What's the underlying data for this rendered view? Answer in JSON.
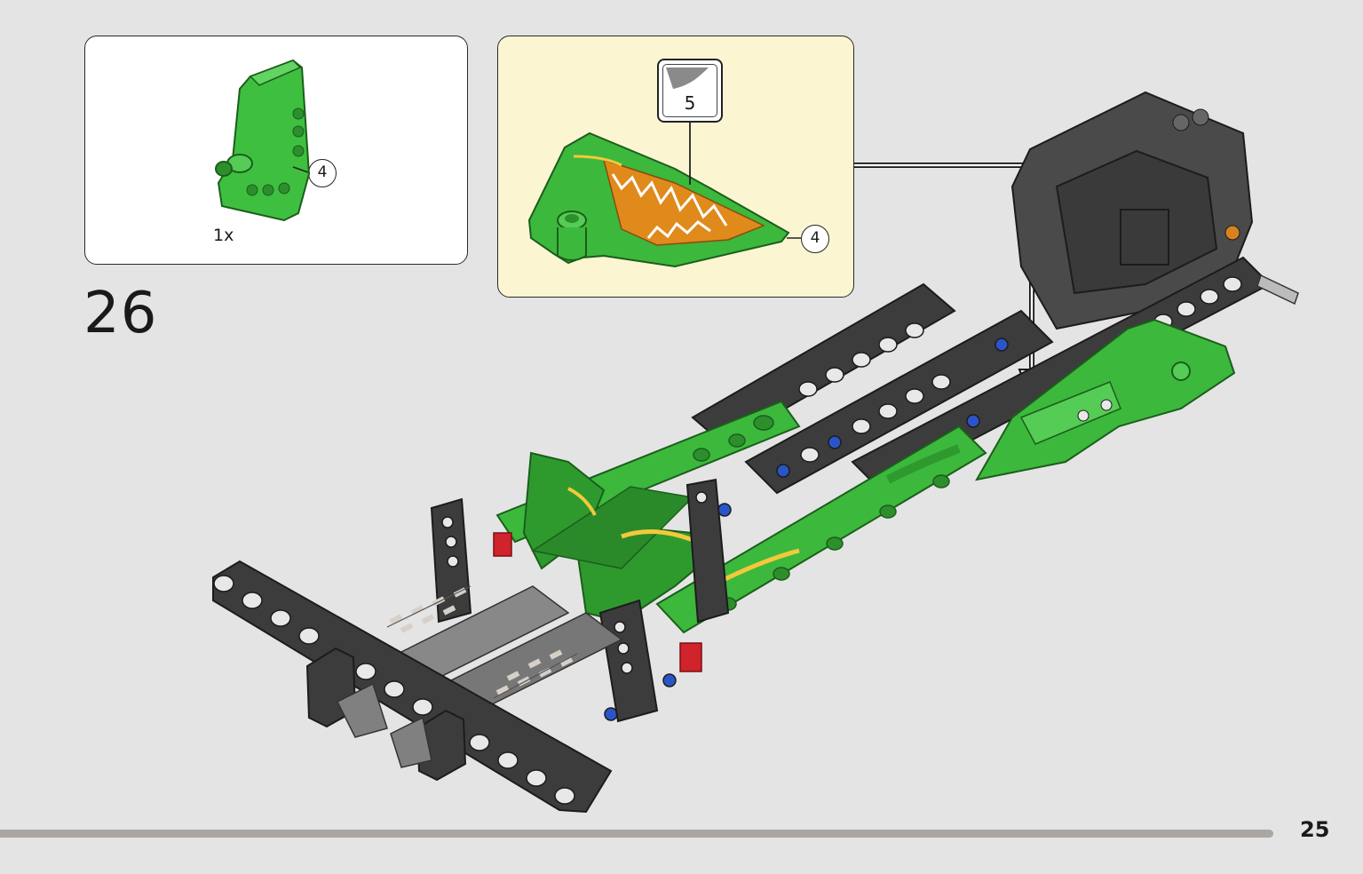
{
  "step": {
    "number": "26"
  },
  "parts_list": {
    "items": [
      {
        "quantity": "1x",
        "color": "#3fbf3f",
        "part_icon": "green-panel-part-icon"
      }
    ],
    "callout_number": "4"
  },
  "sub_assembly": {
    "sticker_number": "5",
    "callout_number": "4",
    "part_icon": "dragon-panel-with-sticker-icon"
  },
  "page": {
    "number": "25"
  },
  "colors": {
    "background": "#e4e4e4",
    "sub_assembly_bg": "#fcf5d2",
    "brick_green": "#3fbf3f",
    "brick_black": "#3a3a3a",
    "brick_gray": "#808080"
  }
}
